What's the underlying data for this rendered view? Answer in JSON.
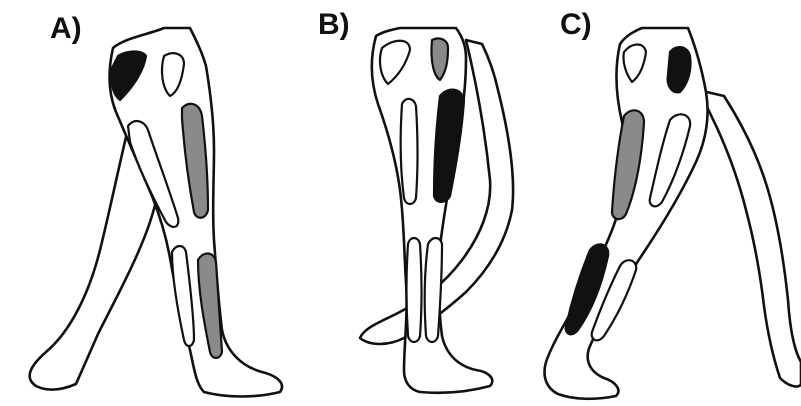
{
  "panels": [
    {
      "label": "A)",
      "active_muscles": [
        "gluteus",
        "hamstrings",
        "calf"
      ],
      "muscle_states": {
        "gluteus": "black",
        "hamstrings": "gray",
        "calf": "gray"
      }
    },
    {
      "label": "B)",
      "active_muscles": [
        "gluteus",
        "hamstrings"
      ],
      "muscle_states": {
        "gluteus": "gray",
        "hamstrings": "black"
      }
    },
    {
      "label": "C)",
      "active_muscles": [
        "gluteus",
        "quadriceps",
        "shin"
      ],
      "muscle_states": {
        "gluteus": "black",
        "quadriceps": "gray",
        "shin": "black"
      }
    }
  ],
  "colors": {
    "inactive": "#ffffff",
    "moderate": "#8a8a8a",
    "high": "#111111",
    "outline": "#111111"
  }
}
